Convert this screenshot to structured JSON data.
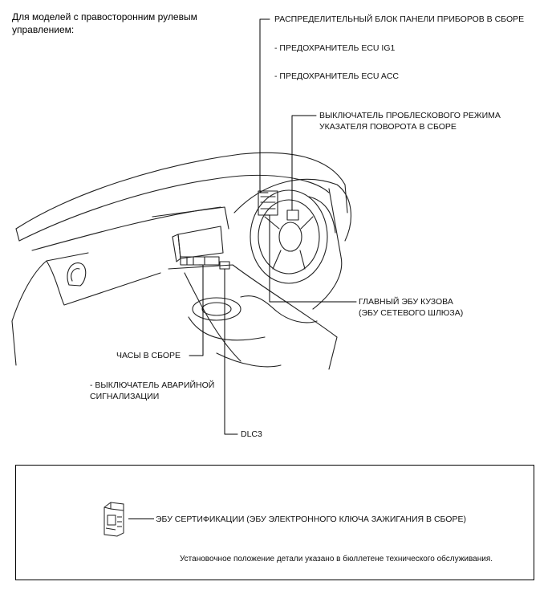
{
  "heading": "Для моделей с правосторонним рулевым управлением:",
  "labels": {
    "instrument_panel_jb": "РАСПРЕДЕЛИТЕЛЬНЫЙ БЛОК ПАНЕЛИ ПРИБОРОВ В СБОРЕ",
    "fuse_ig1": "- ПРЕДОХРАНИТЕЛЬ ECU IG1",
    "fuse_acc": "- ПРЕДОХРАНИТЕЛЬ ECU ACC",
    "turn_signal_switch_line1": "ВЫКЛЮЧАТЕЛЬ ПРОБЛЕСКОВОГО РЕЖИМА",
    "turn_signal_switch_line2": "УКАЗАТЕЛЯ ПОВОРОТА В СБОРЕ",
    "main_body_ecu_line1": "ГЛАВНЫЙ ЭБУ КУЗОВА",
    "main_body_ecu_line2": "(ЭБУ СЕТЕВОГО ШЛЮЗА)",
    "clock": "ЧАСЫ В СБОРЕ",
    "hazard_switch_line1": "- ВЫКЛЮЧАТЕЛЬ АВАРИЙНОЙ",
    "hazard_switch_line2": "СИГНАЛИЗАЦИИ",
    "dlc3": "DLC3"
  },
  "box": {
    "certification_ecu": "ЭБУ СЕРТИФИКАЦИИ (ЭБУ ЭЛЕКТРОННОГО КЛЮЧА ЗАЖИГАНИЯ В СБОРЕ)",
    "note": "Установочное положение детали указано в бюллетене технического обслуживания."
  }
}
